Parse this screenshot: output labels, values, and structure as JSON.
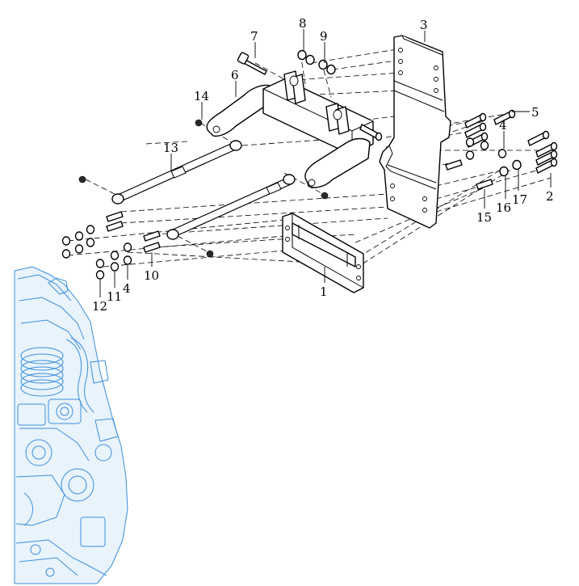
{
  "diagram": {
    "engine_color": "#3b8fd9",
    "line_color": "#000000",
    "callouts": {
      "c1": "1",
      "c2": "2",
      "c3": "3",
      "c4a": "4",
      "c4b": "4",
      "c5": "5",
      "c6": "6",
      "c7": "7",
      "c8": "8",
      "c9": "9",
      "c10": "10",
      "c11": "11",
      "c12": "12",
      "c13": "13",
      "c14": "14",
      "c15": "15",
      "c16": "16",
      "c17": "17"
    }
  }
}
